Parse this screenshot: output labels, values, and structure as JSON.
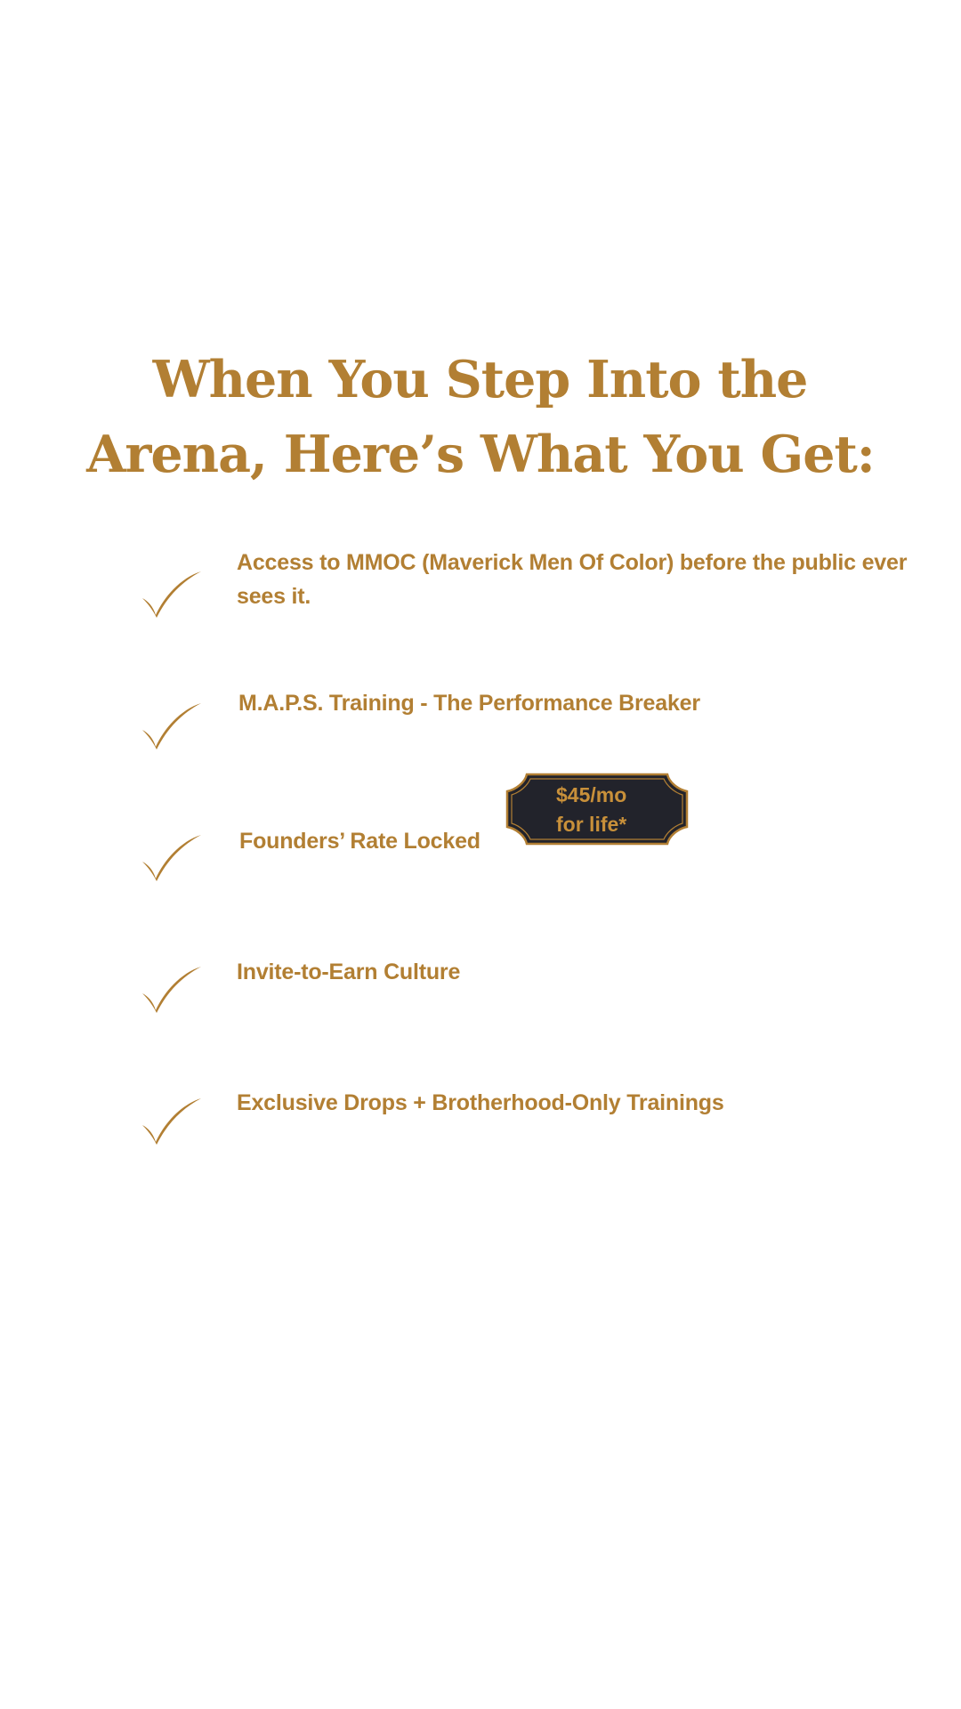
{
  "headline": {
    "line1": "When You Step Into the",
    "line2": "Arena, Here’s What You Get:"
  },
  "benefits": [
    {
      "text": "Access to MMOC (Maverick Men Of Color) before the public ever sees it.",
      "icon": "checkmark-icon"
    },
    {
      "text": "M.A.P.S. Training - The Performance Breaker",
      "icon": "checkmark-icon"
    },
    {
      "text": "Founders’ Rate Locked",
      "icon": "checkmark-icon"
    },
    {
      "text": "Invite-to-Earn Culture",
      "icon": "checkmark-icon"
    },
    {
      "text": "Exclusive Drops + Brotherhood-Only Trainings",
      "icon": "checkmark-icon"
    }
  ],
  "price_badge": {
    "line1": "$45/mo",
    "line2": "for life*"
  },
  "colors": {
    "background": "#ffffff",
    "accent_gold": "#b27f33",
    "badge_background": "#22232b",
    "badge_text": "#c8903a"
  }
}
